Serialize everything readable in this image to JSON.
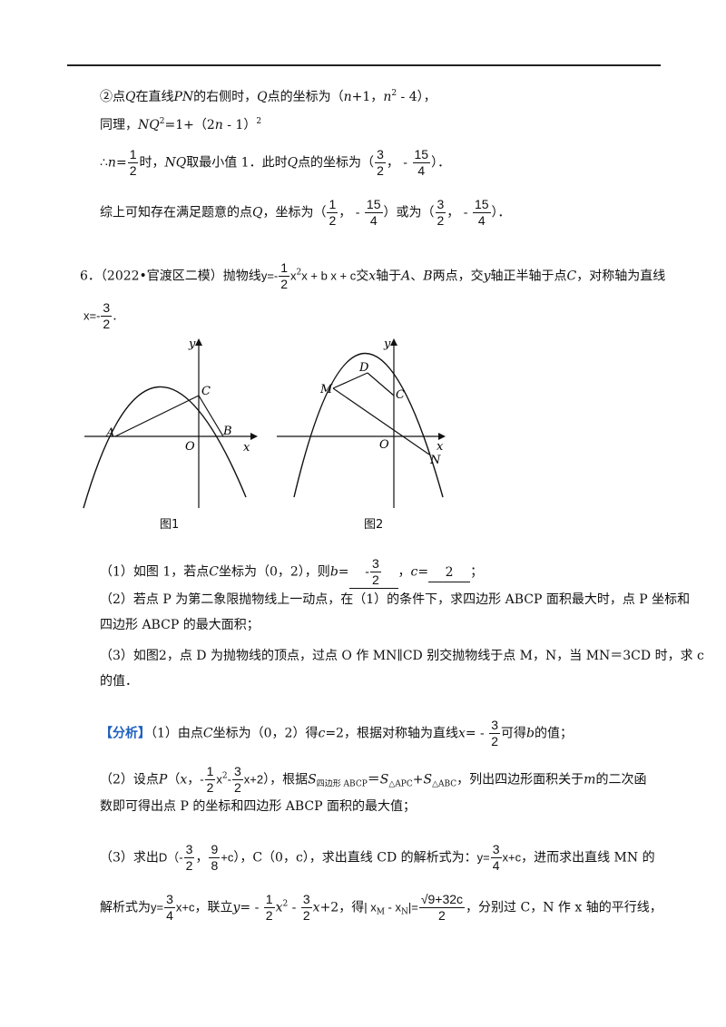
{
  "prev_solution": {
    "case2_a": "②点",
    "case2_b": "在直线",
    "case2_c": "的右侧时，",
    "case2_d": "点的坐标为（",
    "case2_e": "+1，",
    "case2_f": " - 4），",
    "same_a": "同理，",
    "same_b": "=1+（2",
    "same_c": " - 1）",
    "therefore_a": "∴",
    "therefore_b": "时，",
    "therefore_c": "取最小值 1．此时",
    "therefore_d": "点的坐标为（",
    "therefore_e": "， - ",
    "therefore_f": "）．",
    "summary_a": "综上可知存在满足题意的点",
    "summary_b": "，坐标为（",
    "summary_c": "， - ",
    "summary_d": "）或为（",
    "summary_e": "， - ",
    "summary_f": "）．"
  },
  "problem": {
    "number": "6．",
    "source": "（2022•官渡区二模）抛物线",
    "stem_a": "交",
    "stem_b": "轴于",
    "stem_c": "两点，交",
    "stem_d": "轴正半轴于点",
    "stem_e": "，对称轴为直线",
    "axis_line": "x=-"
  },
  "figures": {
    "fig1_caption": "图1",
    "fig2_caption": "图2",
    "fig1_labels": {
      "y": "y",
      "x": "x",
      "O": "O",
      "A": "A",
      "B": "B",
      "C": "C"
    },
    "fig2_labels": {
      "y": "y",
      "x": "x",
      "O": "O",
      "C": "C",
      "D": "D",
      "M": "M",
      "N": "N"
    }
  },
  "questions": {
    "q1_a": "（1）如图 1，若点",
    "q1_b": "坐标为（0，2），则",
    "q1_b_answer": "-",
    "q1_c": "，",
    "q1_c_answer": "2",
    "q1_end": "；",
    "q2_line1": "（2）若点 P 为第二象限抛物线上一动点，在（1）的条件下，求四边形 ABCP 面积最大时，点 P 坐标和",
    "q2_line2": "四边形 ABCP 的最大面积；",
    "q3_line1": "（3）如图2，点 D 为抛物线的顶点，过点 O 作 MN∥CD 别交抛物线于点 M，N，当 MN＝3CD 时，求 c",
    "q3_line2": "的值．"
  },
  "analysis": {
    "tag": "【分析】",
    "a1_a": "（1）由点",
    "a1_b": "坐标为（0，2）得",
    "a1_c": "=2，根据对称轴为直线",
    "a1_d": "= - ",
    "a1_e": "可得",
    "a1_f": "的值；",
    "a2_a": "（2）设点",
    "a2_b": "（",
    "a2_c": "，",
    "a2_d": "），根据",
    "a2_e": "＝",
    "a2_f": "+",
    "a2_g": "，列出四边形面积关于",
    "a2_h": "的二次函",
    "a2_line2": "数即可得出点 P 的坐标和四边形 ABCP 面积的最大值；",
    "a3_a": "（3）求出",
    "a3_b": "，C（0，c），求出直线 CD 的解析式为：",
    "a3_c": "，进而求出直线 MN 的",
    "a4_a": "解析式为",
    "a4_b": "，联立",
    "a4_c": "= - ",
    "a4_d": " - ",
    "a4_e": "+2，得",
    "a4_f": "，分别过 C，N 作 x 轴的平行线，"
  },
  "math": {
    "Q": "Q",
    "P": "P",
    "N": "N",
    "PN": "PN",
    "n": "n",
    "NQ": "NQ",
    "x": "x",
    "y": "y",
    "m": "m",
    "A": "A",
    "B": "B",
    "C": "C",
    "b": "b",
    "c": "c",
    "n_sq": "n",
    "two": "2",
    "half": "1",
    "three": "3",
    "fifteen": "15",
    "four": "4",
    "one": "1",
    "eq": "=",
    "quad": "x + b x + c",
    "y_eq_neg": "y=-",
    "S_quad": "S",
    "S_quad_sub": "四边形 ABCP",
    "S_apc": "S",
    "S_apc_sub": "△APC",
    "S_abc": "S",
    "S_abc_sub": "△ABC",
    "nine": "9",
    "eight": "8",
    "plus_c": "+c",
    "D_open": "D（-",
    "comma": "，",
    "close": "）",
    "cd_eq": "y=",
    "x_plus_c": "x+c",
    "neg": "-",
    "x_plus_2": "x+2",
    "x2": "x",
    "abs_lhs": "| x",
    "M_sub": "M",
    "minus_x": " - x",
    "N_sub": "N",
    "abs_rhs": "|=",
    "sqrt_expr": "√9+32c"
  }
}
